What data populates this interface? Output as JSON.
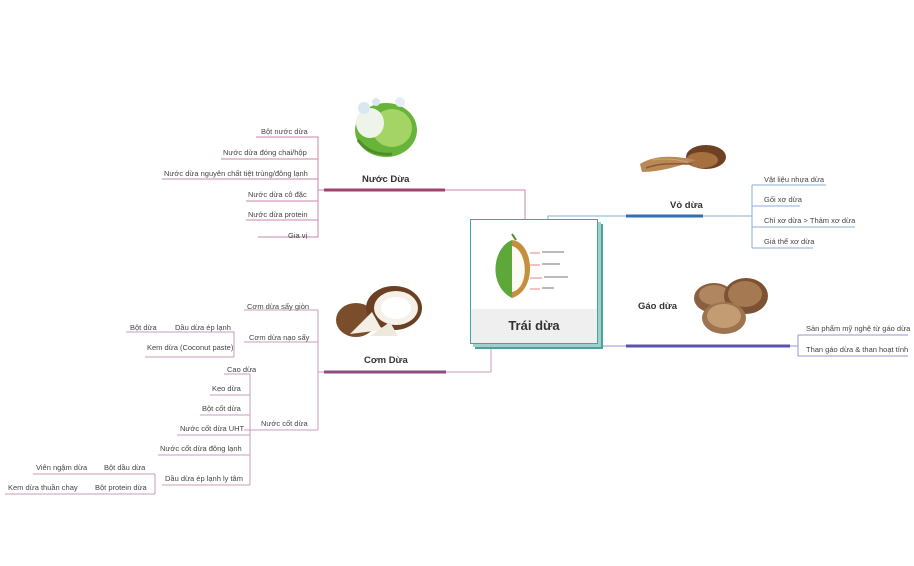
{
  "central": {
    "title": "Trái dừa"
  },
  "branches": {
    "nuoc": {
      "label": "Nước Dừa",
      "items": [
        "Bột nước dừa",
        "Nước dừa đóng chai/hộp",
        "Nước dừa nguyên chất tiệt trùng/đông lạnh",
        "Nước dừa cô đặc",
        "Nước dừa protein",
        "Gia vị"
      ]
    },
    "vo": {
      "label": "Vỏ dừa",
      "items": [
        "Vật liệu nhựa dừa",
        "Gối xơ dừa",
        "Chỉ xơ dừa > Thảm xơ dừa",
        "Giá thể xơ dừa"
      ]
    },
    "gao": {
      "label": "Gáo dừa",
      "items": [
        "Sản phẩm mỹ nghệ từ gáo dừa",
        "Than gáo dừa & than hoạt tính"
      ]
    },
    "com": {
      "label": "Cơm Dừa",
      "items": {
        "say_gion": "Cơm dừa sấy giòn",
        "nao_say": "Cơm dừa nạo sấy",
        "dau_ep_lanh": "Dầu dừa ép lạnh",
        "bot_dua": "Bột dừa",
        "kem_dua": "Kem dừa (Coconut paste)",
        "cot_dua": "Nước cốt dừa",
        "cao_dua": "Cao dừa",
        "keo_dua": "Kẹo dừa",
        "bot_cot_dua": "Bột cốt dừa",
        "nuoc_cot_uht": "Nước cốt dừa UHT",
        "nuoc_cot_dong_lanh": "Nước cốt dừa đông lạnh",
        "dau_ly_tam": "Dầu dừa ép lạnh ly tâm",
        "bot_dau_dua": "Bột dầu dừa",
        "vien_ngam": "Viên ngậm dừa",
        "bot_protein": "Bột protein dừa",
        "kem_thuan_chay": "Kem dừa thuần chay"
      }
    }
  },
  "colors": {
    "nuoc": "#a0436e",
    "vo": "#2e6fb0",
    "gao": "#5a55a6",
    "com": "#8a4c82",
    "card": "#4aa29b"
  },
  "icons": [
    "coconut-water-illustration",
    "coconut-husk-illustration",
    "coconut-shell-illustration",
    "coconut-meat-illustration",
    "coconut-cross-section-illustration"
  ]
}
